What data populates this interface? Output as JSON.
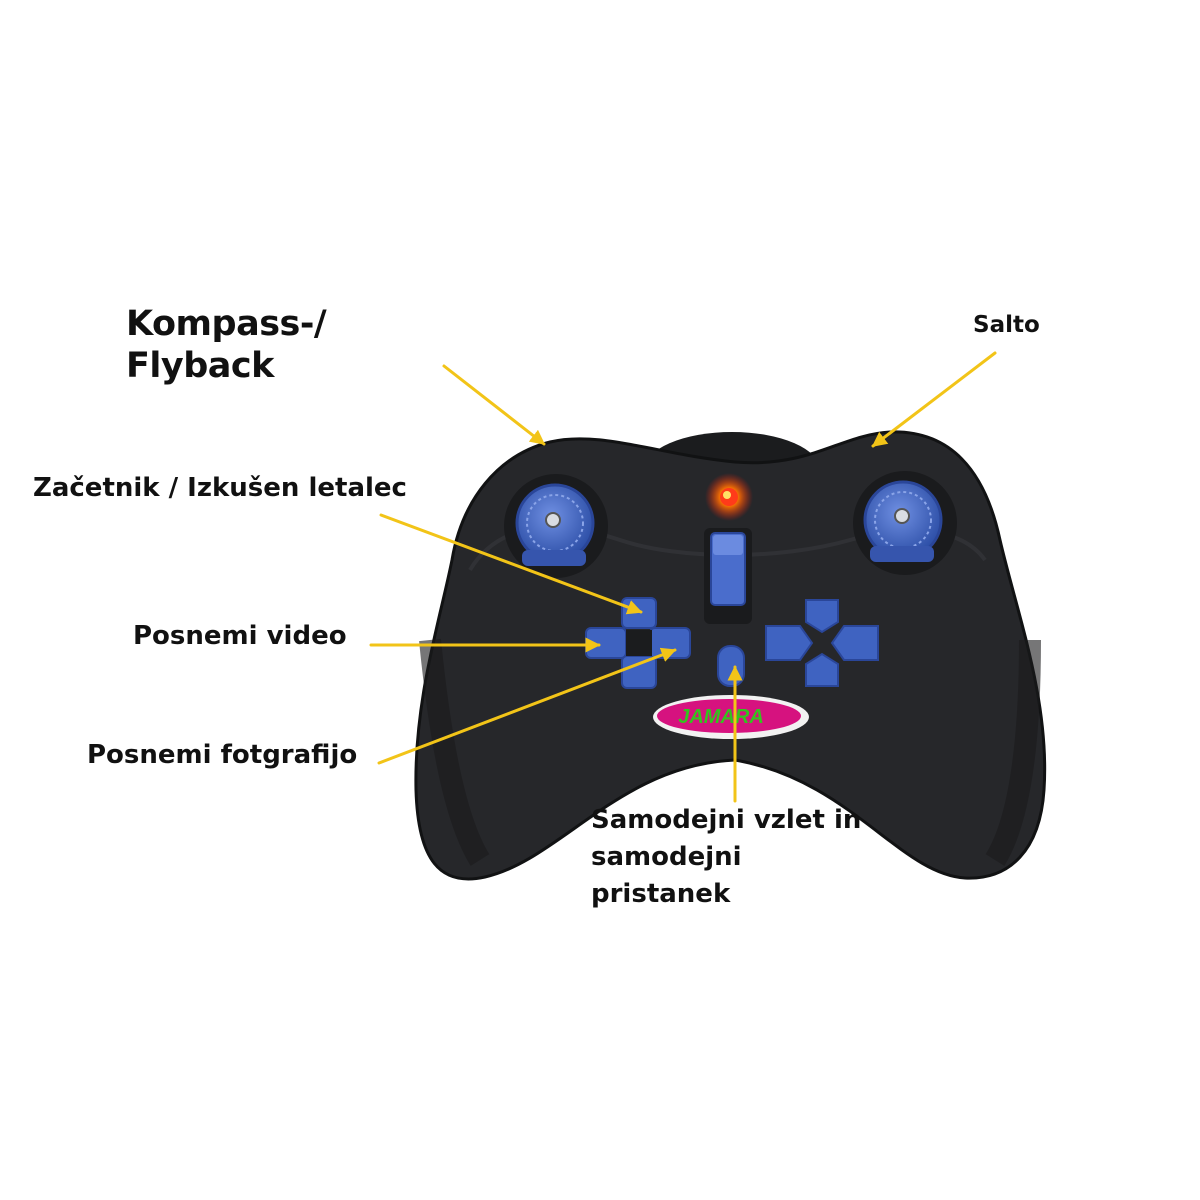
{
  "labels": {
    "kompass_line1": "Kompass-/",
    "kompass_line2": "Flyback",
    "salto": "Salto",
    "zacetnik": "Začetnik / Izkušen letalec",
    "posnemi_video": "Posnemi video",
    "posnemi_fotografijo": "Posnemi fotgrafijo",
    "samodejni_line1": "Samodejni vzlet in",
    "samodejni_line2": "samodejni",
    "samodejni_line3": "pristanek"
  },
  "logo_text": "JAMARA",
  "colors": {
    "controller_body": "#262729",
    "controller_edge": "#111213",
    "button_blue": "#3f63c1",
    "button_blue_light": "#6b8be0",
    "arrow_yellow": "#f2c418",
    "led_red": "#e21a12",
    "led_glow": "#ffb400",
    "logo_pink": "#d6127f",
    "logo_green": "#34c31f"
  },
  "icons": [
    "arrow-icon",
    "joystick-icon",
    "dpad-icon",
    "led-icon",
    "logo-icon"
  ]
}
